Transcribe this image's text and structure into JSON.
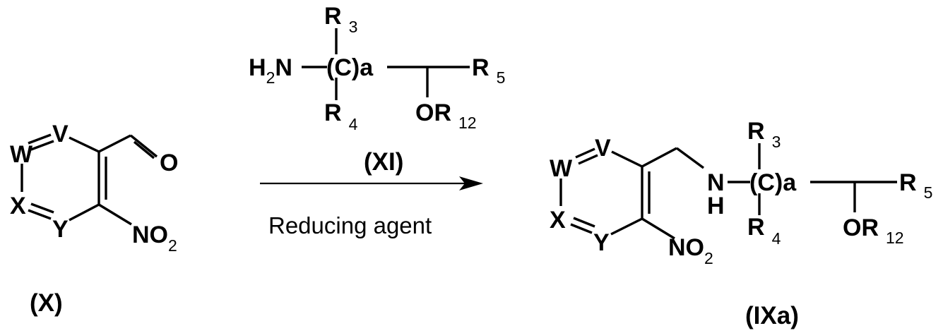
{
  "reactant_x": {
    "atoms": {
      "v": "V",
      "w": "W",
      "x": "X",
      "y": "Y",
      "o": "O",
      "no2_main": "NO",
      "no2_sub": "2"
    },
    "compound_label": "(X)"
  },
  "reagent_xi": {
    "h2n_h": "H",
    "h2n_sub": "2",
    "h2n_n": "N",
    "chain": "(C)a",
    "r3": "R",
    "r3_sub": "3",
    "r4": "R",
    "r4_sub": "4",
    "r5": "R",
    "r5_sub": "5",
    "or12": "OR",
    "or12_sub": "12",
    "compound_label": "(XI)"
  },
  "arrow": {
    "condition": "Reducing agent"
  },
  "product_ixa": {
    "atoms": {
      "v": "V",
      "w": "W",
      "x": "X",
      "y": "Y",
      "no2_main": "NO",
      "no2_sub": "2"
    },
    "n": "N",
    "h": "H",
    "chain": "(C)a",
    "r3": "R",
    "r3_sub": "3",
    "r4": "R",
    "r4_sub": "4",
    "r5": "R",
    "r5_sub": "5",
    "or12": "OR",
    "or12_sub": "12",
    "compound_label": "(IXa)"
  }
}
